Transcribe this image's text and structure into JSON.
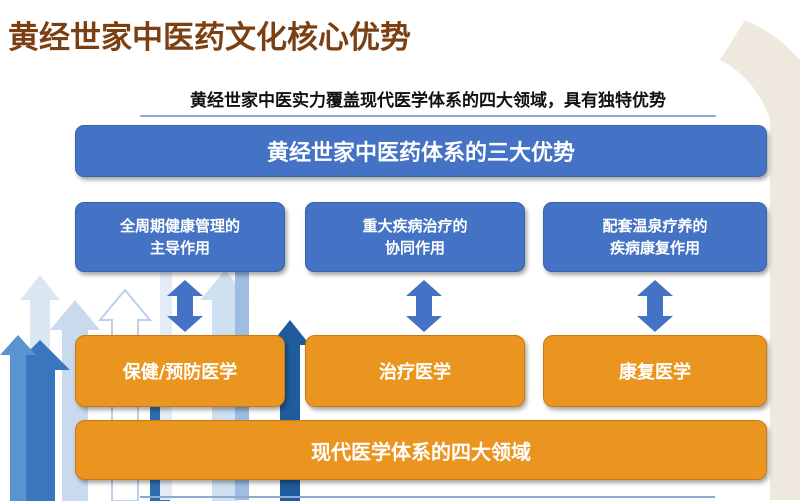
{
  "title": "黄经世家中医药文化核心优势",
  "subtitle": "黄经世家中医实力覆盖现代医学体系的四大领域，具有独特优势",
  "banner": "黄经世家中医药体系的三大优势",
  "advantages": [
    {
      "line1": "全周期健康管理的",
      "line2": "主导作用"
    },
    {
      "line1": "重大疾病治疗的",
      "line2": "协同作用"
    },
    {
      "line1": "配套温泉疗养的",
      "line2": "疾病康复作用"
    }
  ],
  "domains": [
    "保健/预防医学",
    "治疗医学",
    "康复医学"
  ],
  "base": "现代医学体系的四大领域",
  "colors": {
    "title": "#7b3f12",
    "blue": "#4472c4",
    "orange": "#ea951f"
  }
}
